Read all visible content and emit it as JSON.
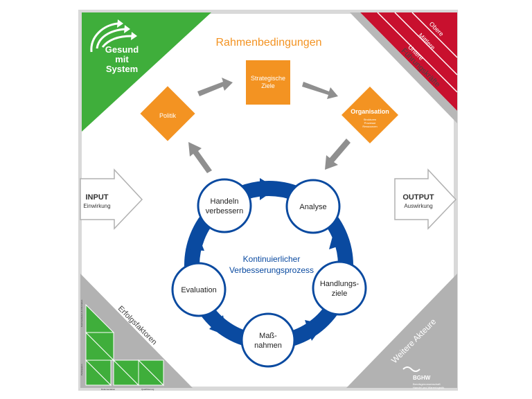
{
  "logo": {
    "line1": "Gesund",
    "line2": "mit",
    "line3": "System"
  },
  "frame": {
    "top_label": "Rahmenbedingungen",
    "input_label": "INPUT",
    "input_sub": "Einwirkung",
    "output_label": "OUTPUT",
    "output_sub": "Auswirkung",
    "corner_top_right": "Führungskräfte",
    "corner_bottom_right": "Weitere Akteure",
    "corner_bottom_left": "Erfolgsfaktoren"
  },
  "management_levels": [
    "Obere",
    "Mittlere",
    "Untere"
  ],
  "success_factors": [
    "Kommunikation & Information",
    "Partizipation",
    "Dokumentation",
    "Qualifizierung"
  ],
  "framework_boxes": {
    "politik": "Politik",
    "ziele_line1": "Strategische",
    "ziele_line2": "Ziele",
    "organisation": "Organisation",
    "org_sub": [
      "Strukturen",
      "Prozesse",
      "Ressourcen"
    ]
  },
  "cycle": {
    "center_line1": "Kontinuierlicher",
    "center_line2": "Verbesserungsprozess",
    "nodes": {
      "analyse": [
        "Analyse"
      ],
      "handlungsziele": [
        "Handlungs-",
        "ziele"
      ],
      "massnahmen": [
        "Maß-",
        "nahmen"
      ],
      "evaluation": [
        "Evaluation"
      ],
      "handeln": [
        "Handeln",
        "verbessern"
      ]
    }
  },
  "publisher": {
    "name": "BGHW",
    "line1": "Berufsgenossenschaft",
    "line2": "Handel und Warenlogistik"
  },
  "colors": {
    "orange": "#f39322",
    "blue": "#0a4aa0",
    "green": "#3fae3b",
    "red": "#c8102e",
    "gray": "#b2b2b2"
  }
}
